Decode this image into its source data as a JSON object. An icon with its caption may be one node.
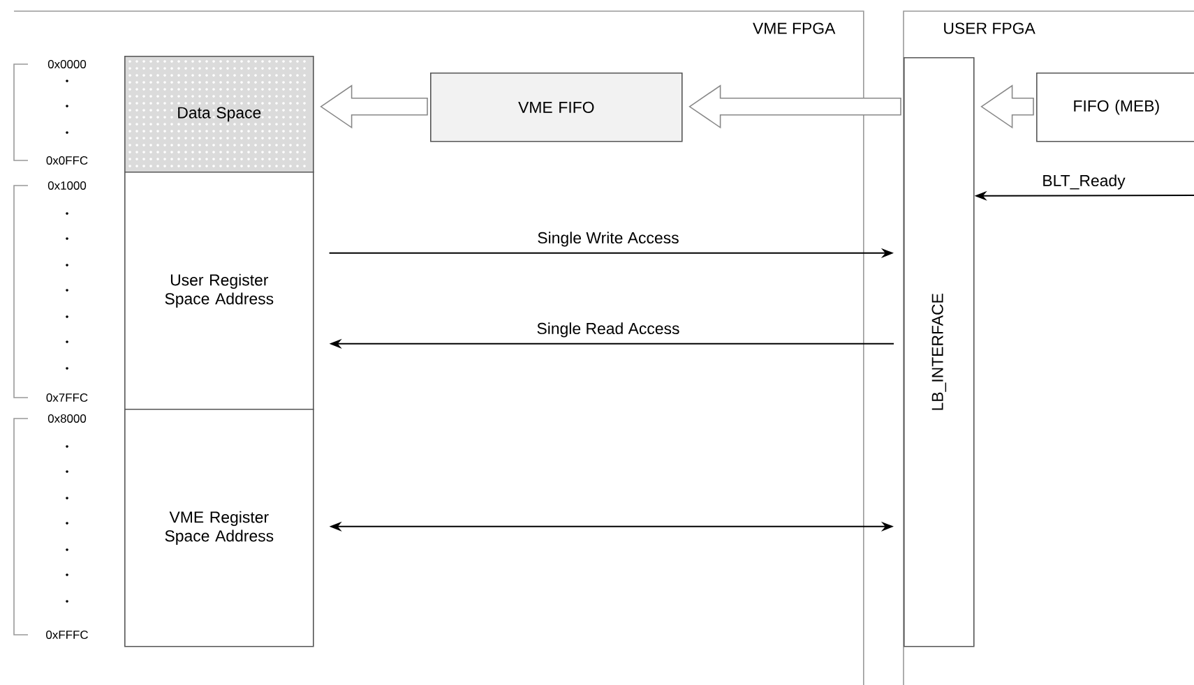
{
  "diagram": {
    "nodes": [
      {
        "text": [
          "VME FPGA"
        ]
      },
      {
        "text": [
          "USER FPGA"
        ]
      },
      {
        "text": [
          "Data Space"
        ],
        "in": 0
      },
      {
        "text": [
          "User Register Space Address"
        ],
        "in": 0
      },
      {
        "text": [
          "VME Register Space Address"
        ],
        "in": 0
      },
      {
        "text": [
          "VME FIFO"
        ],
        "in": 0
      },
      {
        "text": [
          "LB_INTERFACE"
        ],
        "in": 1
      },
      {
        "text": [
          "FIFO (MEB)"
        ],
        "in": 1
      }
    ],
    "edges": [
      {
        "from": 5,
        "to": 2,
        "arrow": "to",
        "color": "#888888"
      },
      {
        "from": 6,
        "to": 5,
        "arrow": "to",
        "color": "#888888"
      },
      {
        "from": 7,
        "to": 6,
        "arrow": "to",
        "color": "#888888"
      },
      {
        "from": 3,
        "to": 6,
        "arrow": "to",
        "label": "Single Write Access"
      },
      {
        "from": 6,
        "to": 3,
        "arrow": "to",
        "label": "Single Read Access"
      },
      {
        "from": 4,
        "to": 6,
        "arrow": "both"
      },
      {
        "from": null,
        "to": 6,
        "arrow": "to",
        "label": "BLT_Ready"
      }
    ],
    "labels": [
      "0x0000",
      "0x0FFC",
      "0x1000",
      "0x7FFC",
      "0x8000",
      "0xFFFC"
    ]
  }
}
